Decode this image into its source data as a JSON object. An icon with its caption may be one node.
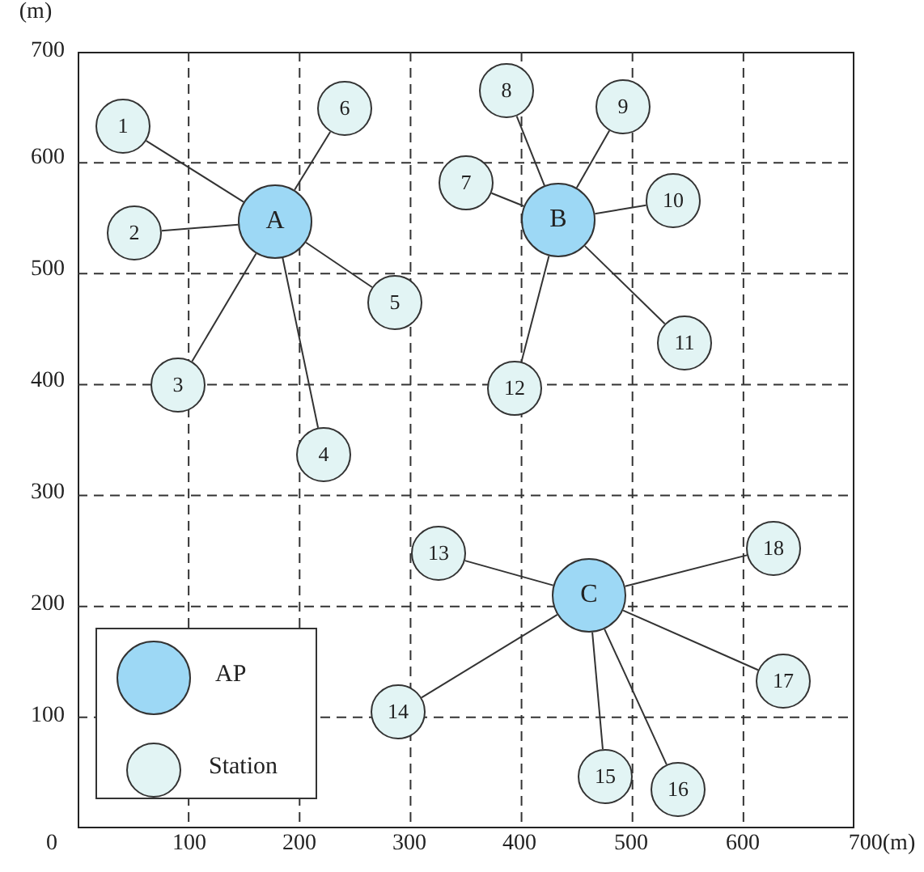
{
  "diagram": {
    "nodes": [
      {
        "text": [
          "A"
        ]
      },
      {
        "text": [
          "1"
        ]
      },
      {
        "text": [
          "2"
        ]
      },
      {
        "text": [
          "3"
        ]
      },
      {
        "text": [
          "4"
        ]
      },
      {
        "text": [
          "5"
        ]
      },
      {
        "text": [
          "6"
        ]
      },
      {
        "text": [
          "B"
        ]
      },
      {
        "text": [
          "7"
        ]
      },
      {
        "text": [
          "8"
        ]
      },
      {
        "text": [
          "9"
        ]
      },
      {
        "text": [
          "10"
        ]
      },
      {
        "text": [
          "11"
        ]
      },
      {
        "text": [
          "12"
        ]
      },
      {
        "text": [
          "C"
        ]
      },
      {
        "text": [
          "13"
        ]
      },
      {
        "text": [
          "14"
        ]
      },
      {
        "text": [
          "15"
        ]
      },
      {
        "text": [
          "16"
        ]
      },
      {
        "text": [
          "17"
        ]
      },
      {
        "text": [
          "18"
        ]
      }
    ],
    "edges": [
      {
        "from": 0,
        "to": 1,
        "arrow": "none"
      },
      {
        "from": 0,
        "to": 2,
        "arrow": "none"
      },
      {
        "from": 0,
        "to": 3,
        "arrow": "none"
      },
      {
        "from": 0,
        "to": 4,
        "arrow": "none"
      },
      {
        "from": 0,
        "to": 5,
        "arrow": "none"
      },
      {
        "from": 0,
        "to": 6,
        "arrow": "none"
      },
      {
        "from": 7,
        "to": 8,
        "arrow": "none"
      },
      {
        "from": 7,
        "to": 9,
        "arrow": "none"
      },
      {
        "from": 7,
        "to": 10,
        "arrow": "none"
      },
      {
        "from": 7,
        "to": 11,
        "arrow": "none"
      },
      {
        "from": 7,
        "to": 12,
        "arrow": "none"
      },
      {
        "from": 7,
        "to": 13,
        "arrow": "none"
      },
      {
        "from": 14,
        "to": 15,
        "arrow": "none"
      },
      {
        "from": 14,
        "to": 16,
        "arrow": "none"
      },
      {
        "from": 14,
        "to": 17,
        "arrow": "none"
      },
      {
        "from": 14,
        "to": 18,
        "arrow": "none"
      },
      {
        "from": 14,
        "to": 19,
        "arrow": "none"
      },
      {
        "from": 14,
        "to": 20,
        "arrow": "none"
      }
    ],
    "labels": [
      "(m)",
      "700",
      "600",
      "500",
      "400",
      "300",
      "200",
      "100",
      "0",
      "100",
      "200",
      "300",
      "400",
      "500",
      "600",
      "700(m)"
    ],
    "legend": [
      {
        "text": "AP",
        "color": "#9dd8f5"
      },
      {
        "text": "Station",
        "color": "#e2f4f4"
      }
    ]
  }
}
